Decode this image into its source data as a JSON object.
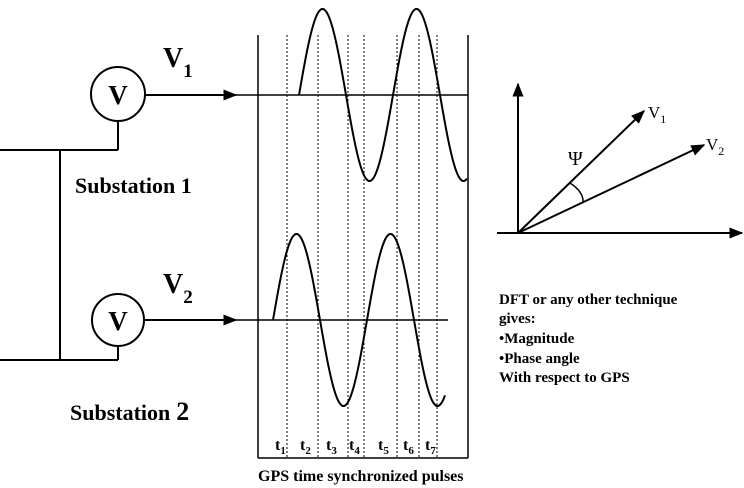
{
  "substation1": {
    "meter_label": "V",
    "voltage_label": "V",
    "voltage_sub": "1",
    "name": "Substation 1"
  },
  "substation2": {
    "meter_label": "V",
    "voltage_label": "V",
    "voltage_sub": "2",
    "name_word": "Substation",
    "name_num": "2"
  },
  "time_ticks": [
    {
      "t": "t",
      "sub": "1"
    },
    {
      "t": "t",
      "sub": "2"
    },
    {
      "t": "t",
      "sub": "3"
    },
    {
      "t": "t",
      "sub": "4"
    },
    {
      "t": "t",
      "sub": "5"
    },
    {
      "t": "t",
      "sub": "6"
    },
    {
      "t": "t",
      "sub": "7"
    }
  ],
  "gps_caption": "GPS time synchronized pulses",
  "phasor": {
    "v1_label": "V",
    "v1_sub": "1",
    "v2_label": "V",
    "v2_sub": "2",
    "angle_label": "Ψ"
  },
  "dft_note": {
    "line1": "DFT or any other technique",
    "line2": "gives:",
    "line3": "•Magnitude",
    "line4": "•Phase angle",
    "line5": "With respect to GPS"
  }
}
